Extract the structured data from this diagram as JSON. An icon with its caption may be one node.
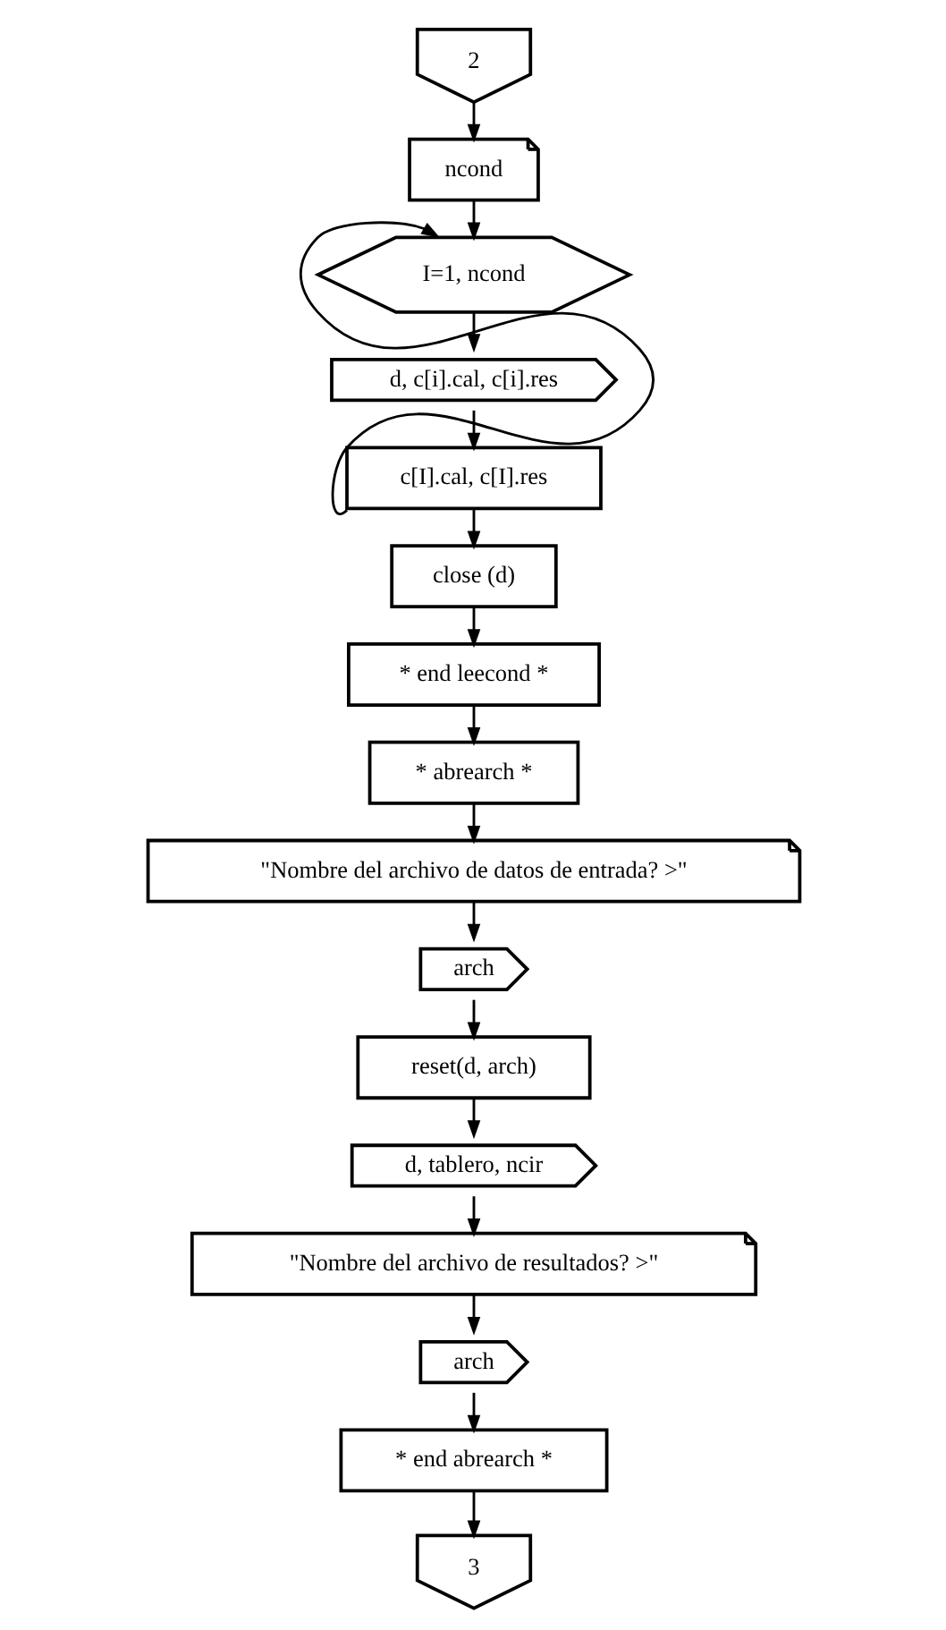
{
  "diagram": {
    "nodes": [
      {
        "text": [
          "2"
        ]
      },
      {
        "text": [
          "ncond"
        ]
      },
      {
        "text": [
          "I=1, ncond"
        ]
      },
      {
        "text": [
          "d, c[i].cal, c[i].res"
        ]
      },
      {
        "text": [
          "c[I].cal, c[I].res"
        ]
      },
      {
        "text": [
          "close (d)"
        ]
      },
      {
        "text": [
          "* end leecond *"
        ]
      },
      {
        "text": [
          "* abrearch *"
        ]
      },
      {
        "text": [
          "\"Nombre del archivo de datos de entrada? >\""
        ]
      },
      {
        "text": [
          "arch"
        ]
      },
      {
        "text": [
          "reset(d, arch)"
        ]
      },
      {
        "text": [
          "d, tablero, ncir"
        ]
      },
      {
        "text": [
          "\"Nombre del archivo de resultados? >\""
        ]
      },
      {
        "text": [
          "arch"
        ]
      },
      {
        "text": [
          "* end abrearch *"
        ]
      },
      {
        "text": [
          "3"
        ]
      }
    ],
    "edges": [
      {
        "from": 0,
        "to": 1,
        "arrow": "to"
      },
      {
        "from": 1,
        "to": 2,
        "arrow": "to"
      },
      {
        "from": 2,
        "to": 3,
        "arrow": "to"
      },
      {
        "from": 3,
        "to": 4,
        "arrow": "to"
      },
      {
        "from": 4,
        "to": 2,
        "arrow": "to"
      },
      {
        "from": 4,
        "to": 5,
        "arrow": "to"
      },
      {
        "from": 5,
        "to": 6,
        "arrow": "to"
      },
      {
        "from": 6,
        "to": 7,
        "arrow": "to"
      },
      {
        "from": 7,
        "to": 8,
        "arrow": "to"
      },
      {
        "from": 8,
        "to": 9,
        "arrow": "to"
      },
      {
        "from": 9,
        "to": 10,
        "arrow": "to"
      },
      {
        "from": 10,
        "to": 11,
        "arrow": "to"
      },
      {
        "from": 11,
        "to": 12,
        "arrow": "to"
      },
      {
        "from": 12,
        "to": 13,
        "arrow": "to"
      },
      {
        "from": 13,
        "to": 14,
        "arrow": "to"
      },
      {
        "from": 14,
        "to": 15,
        "arrow": "to"
      }
    ]
  }
}
